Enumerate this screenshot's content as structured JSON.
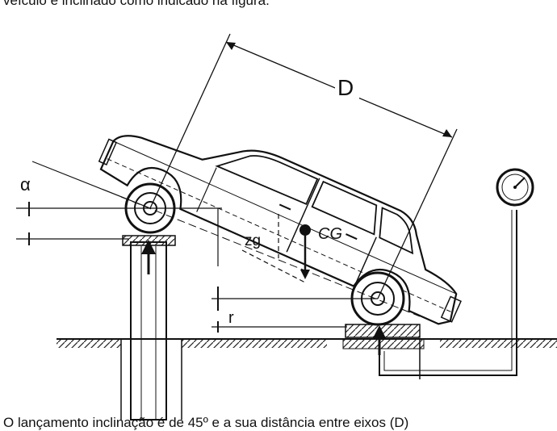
{
  "caption_top": "veículo é inclinado como indicado na figura.",
  "caption_bottom": "O lançamento inclinação é de 45º e a sua distância entre eixos (D)",
  "labels": {
    "D": "D",
    "alpha": "α",
    "zg": "zg",
    "r": "r",
    "cg": "CG"
  },
  "icons": {
    "gauge": "pressure-gauge-icon",
    "lift": "hydraulic-lift-icon",
    "car": "car-icon"
  }
}
